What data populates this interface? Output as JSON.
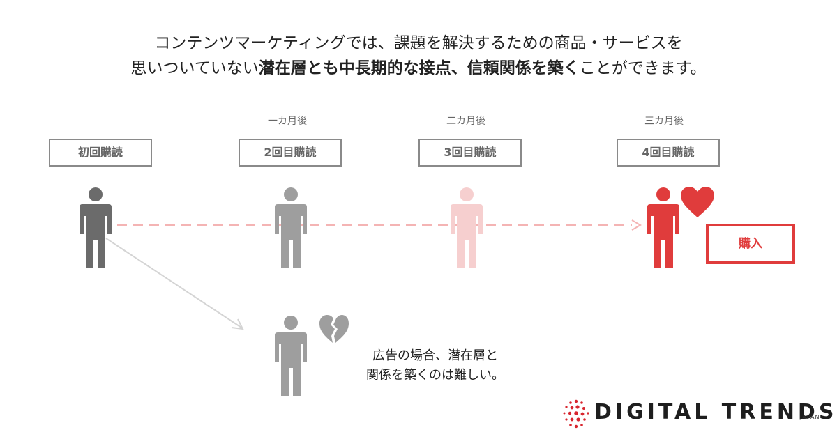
{
  "headline": {
    "line1": "コンテンツマーケティングでは、課題を解決するための商品・サービスを",
    "line2_pre": "思いついていない",
    "line2_bold": "潜在層とも中長期的な接点、信頼関係を築く",
    "line2_post": "ことができます。"
  },
  "timeline": [
    {
      "period": "",
      "label": "初回購読"
    },
    {
      "period": "一カ月後",
      "label": "2回目購読"
    },
    {
      "period": "二カ月後",
      "label": "3回目購読"
    },
    {
      "period": "三カ月後",
      "label": "4回目購読"
    }
  ],
  "purchase_label": "購入",
  "ad_note": {
    "line1": "広告の場合、潜在層と",
    "line2": "関係を築くのは難しい。"
  },
  "brand": {
    "name": "DIGITAL TRENDS",
    "sub": "JAPAN"
  },
  "colors": {
    "person_dark": "#6b6b6b",
    "person_mid": "#9e9e9e",
    "person_light": "#f6cfcf",
    "accent_red": "#e03c3c",
    "dash_pink": "#f4b4b4",
    "arrow_gray": "#d4d4d4"
  },
  "icons": {
    "heart": "heart-icon",
    "broken_heart": "broken-heart-icon",
    "person": "person-icon"
  }
}
